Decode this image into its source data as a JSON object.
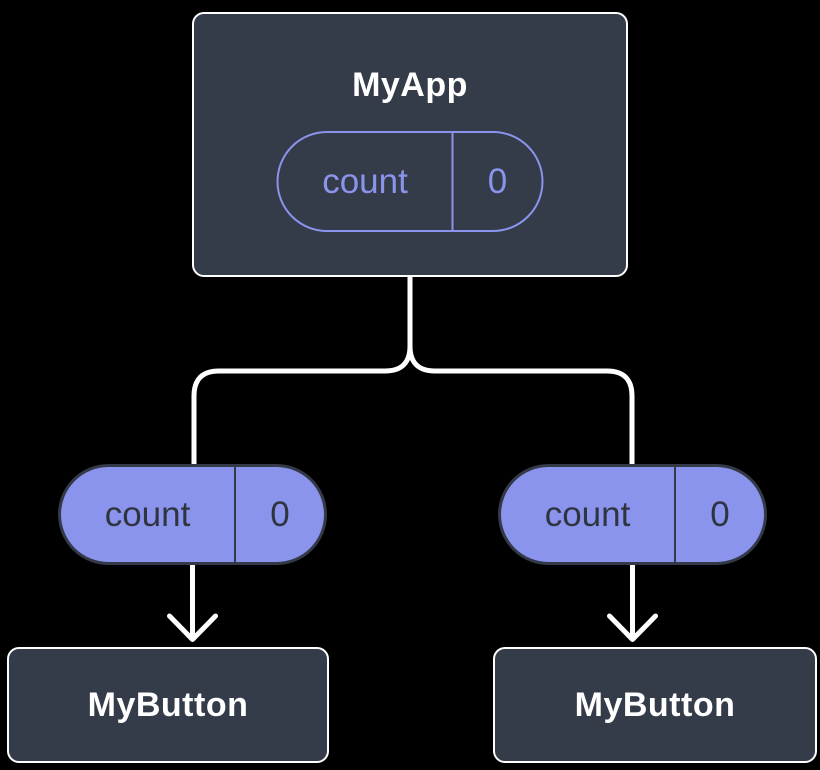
{
  "diagram": {
    "root": {
      "label": "MyApp",
      "state_pill": {
        "name": "count",
        "value": "0"
      }
    },
    "prop_pills": [
      {
        "name": "count",
        "value": "0"
      },
      {
        "name": "count",
        "value": "0"
      }
    ],
    "children": [
      {
        "label": "MyButton"
      },
      {
        "label": "MyButton"
      }
    ],
    "colors": {
      "background": "#000000",
      "card": "#343B49",
      "card_border": "#FFFFFF",
      "purple": "#8B94EC",
      "pill_border": "#333947",
      "pill_text": "#2F3540",
      "connector": "#FFFFFF"
    }
  }
}
